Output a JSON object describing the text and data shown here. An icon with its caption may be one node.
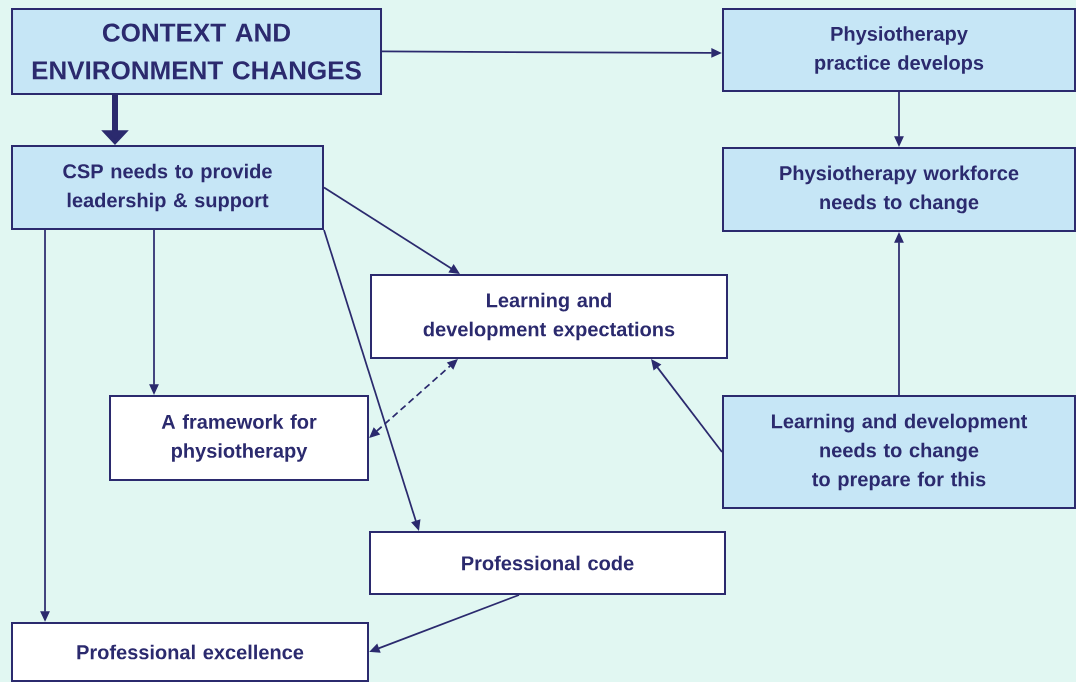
{
  "diagram": {
    "nodes": [
      {
        "text": [
          "CONTEXT AND ENVIRONMENT CHANGES"
        ]
      },
      {
        "text": [
          "Physiotherapy practice develops"
        ]
      },
      {
        "text": [
          "CSP needs to provide leadership & support"
        ]
      },
      {
        "text": [
          "Physiotherapy workforce needs to change"
        ]
      },
      {
        "text": [
          "Learning and development expectations"
        ]
      },
      {
        "text": [
          "A framework for physiotherapy"
        ]
      },
      {
        "text": [
          "Learning and development needs to change to prepare for this"
        ]
      },
      {
        "text": [
          "Professional code"
        ]
      },
      {
        "text": [
          "Professional excellence"
        ]
      }
    ],
    "edges": [
      {
        "from": 0,
        "to": 1,
        "arrow": "to"
      },
      {
        "from": 0,
        "to": 2,
        "arrow": "to",
        "style": "thick"
      },
      {
        "from": 1,
        "to": 3,
        "arrow": "to"
      },
      {
        "from": 2,
        "to": 4,
        "arrow": "to"
      },
      {
        "from": 2,
        "to": 5,
        "arrow": "to"
      },
      {
        "from": 2,
        "to": 7,
        "arrow": "to"
      },
      {
        "from": 2,
        "to": 8,
        "arrow": "to"
      },
      {
        "from": 5,
        "to": 4,
        "arrow": "both",
        "style": "dashed"
      },
      {
        "from": 6,
        "to": 4,
        "arrow": "to"
      },
      {
        "from": 6,
        "to": 3,
        "arrow": "to"
      },
      {
        "from": 7,
        "to": 8,
        "arrow": "to"
      }
    ]
  }
}
